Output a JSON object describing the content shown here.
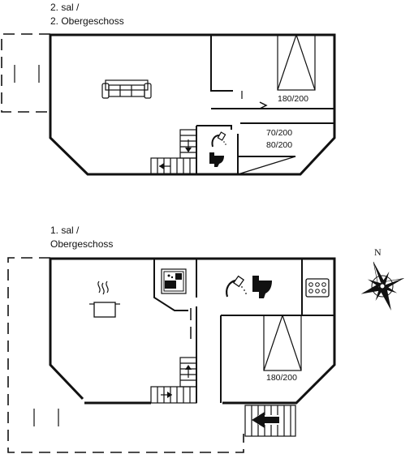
{
  "floors": [
    {
      "id": "second-floor",
      "title_line1": "2. sal /",
      "title_line2": "2. Obergeschoss",
      "beds": [
        {
          "label": "180/200"
        },
        {
          "label": "70/200"
        },
        {
          "label": "80/200"
        }
      ]
    },
    {
      "id": "first-floor",
      "title_line1": "1. sal /",
      "title_line2": "Obergeschoss",
      "beds": [
        {
          "label": "180/200"
        }
      ]
    }
  ],
  "compass": {
    "north_label": "N"
  },
  "icons": [
    "sofa-icon",
    "stairs-icon",
    "shower-icon",
    "toilet-icon",
    "stove-icon",
    "sauna-icon",
    "whirlpool-icon",
    "bed-icon",
    "entrance-arrow-icon",
    "compass-rose-icon"
  ]
}
